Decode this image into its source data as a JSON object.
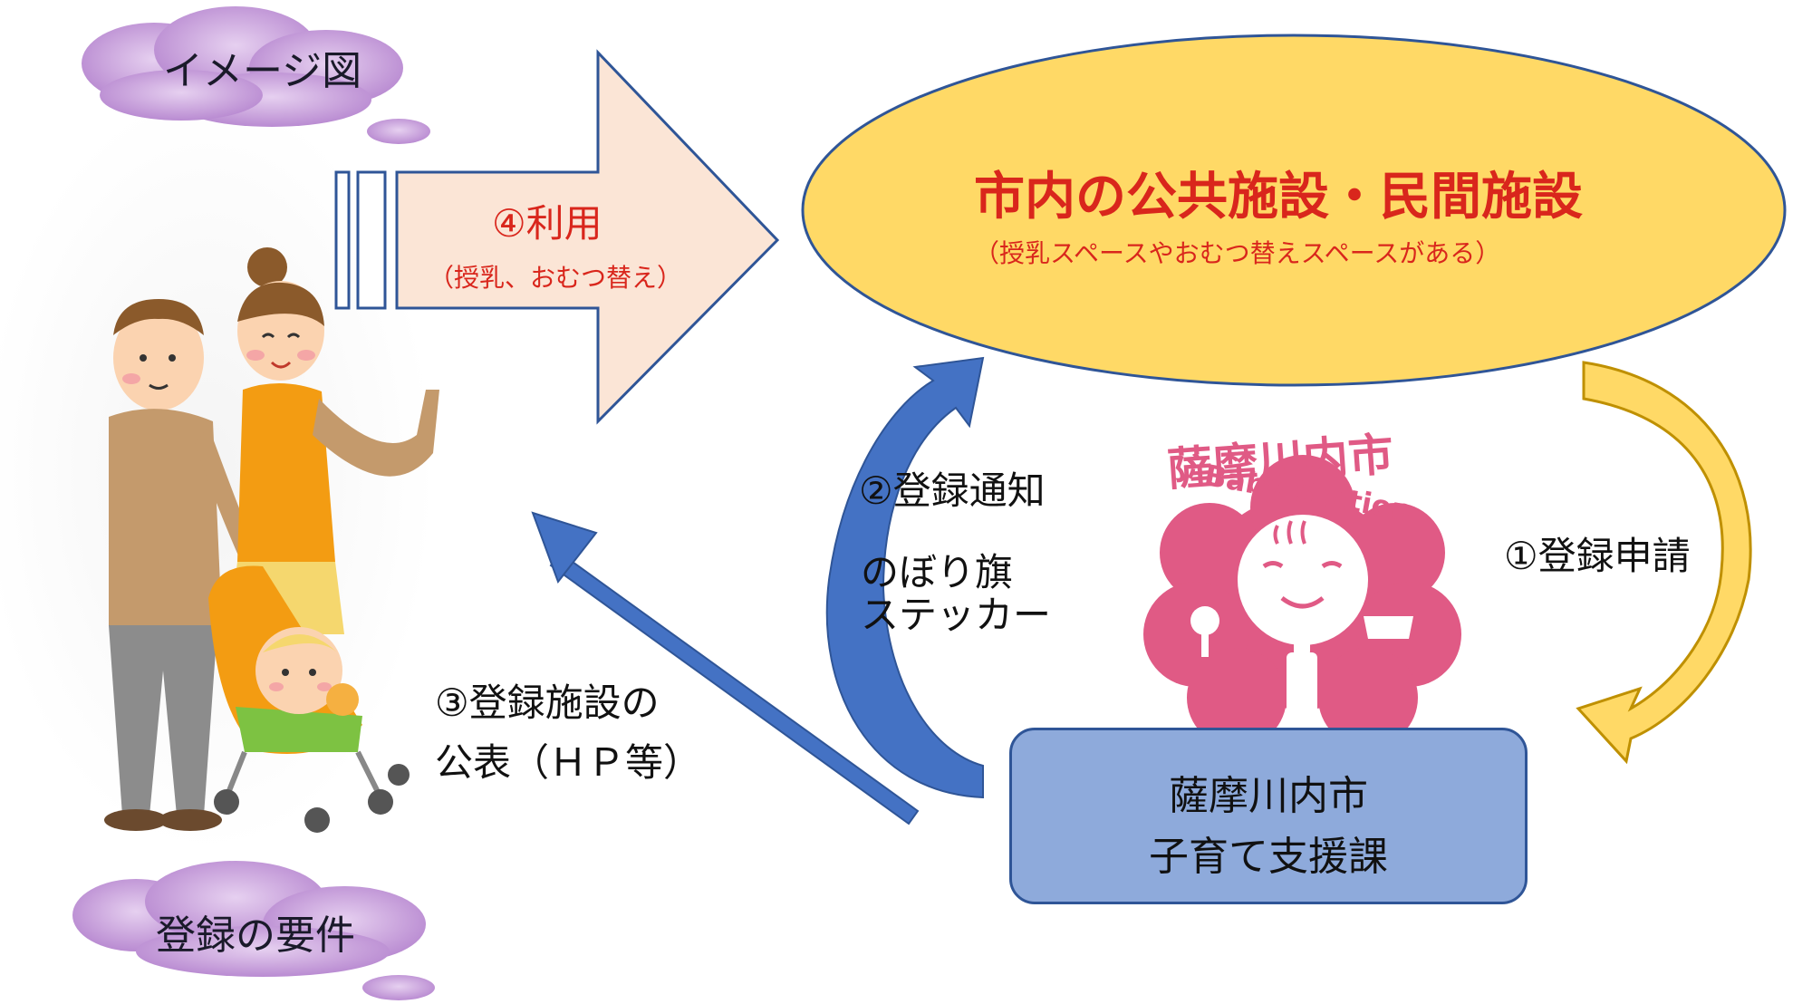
{
  "clouds": {
    "top_label": "イメージ図",
    "bottom_label": "登録の要件"
  },
  "usage_arrow": {
    "label": "④利用",
    "sub": "（授乳、おむつ替え）"
  },
  "facilities": {
    "title": "市内の公共施設・民間施設",
    "sub": "（授乳スペースやおむつ替えスペースがある）"
  },
  "steps": {
    "notify": "②登録通知",
    "items_line1": "のぼり旗",
    "items_line2": "ステッカー",
    "apply": "①登録申請",
    "publish_line1": "③登録施設の",
    "publish_line2": "公表（ＨＰ等）"
  },
  "office": {
    "line1": "薩摩川内市",
    "line2": "子育て支援課"
  },
  "logo": {
    "city_text": "薩摩川内市",
    "brand_text": "Baby Station",
    "color": "#e05a85"
  },
  "colors": {
    "ellipse_fill": "#ffd966",
    "ellipse_stroke": "#2f5597",
    "usage_arrow_fill": "#fbe5d6",
    "usage_arrow_stroke": "#2f5597",
    "blue_arrow": "#4472c4",
    "gold_arrow": "#c9a227",
    "cloud": "#c39bd3",
    "office_fill": "#8eaadb",
    "accent_red": "#d9261c"
  }
}
